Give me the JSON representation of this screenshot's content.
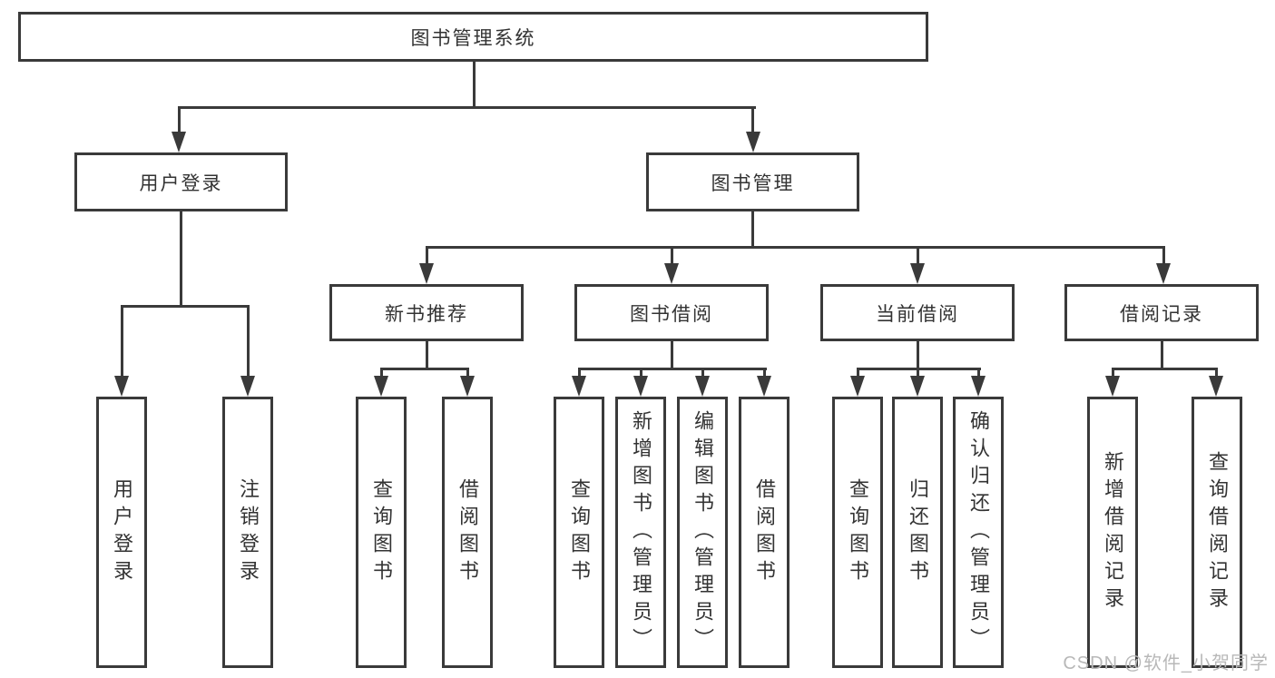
{
  "diagram": {
    "type": "hierarchy-diagram",
    "colors": {
      "line": "#3a3a3a",
      "text": "#333333",
      "node_background": "#ffffff",
      "page_background": "#ffffff",
      "watermark": "#b8b8b8"
    },
    "watermark": {
      "text": "CSDN @软件_小贺同学"
    },
    "root": {
      "label": "图书管理系统",
      "children": [
        {
          "label": "用户登录",
          "children": [
            {
              "label": "用户登录"
            },
            {
              "label": "注销登录"
            }
          ]
        },
        {
          "label": "图书管理",
          "children": [
            {
              "label": "新书推荐",
              "children": [
                {
                  "label": "查询图书"
                },
                {
                  "label": "借阅图书"
                }
              ]
            },
            {
              "label": "图书借阅",
              "children": [
                {
                  "label": "查询图书"
                },
                {
                  "label": "新增图书（管理员）"
                },
                {
                  "label": "编辑图书（管理员）"
                },
                {
                  "label": "借阅图书"
                }
              ]
            },
            {
              "label": "当前借阅",
              "children": [
                {
                  "label": "查询图书"
                },
                {
                  "label": "归还图书"
                },
                {
                  "label": "确认归还（管理员）"
                }
              ]
            },
            {
              "label": "借阅记录",
              "children": [
                {
                  "label": "新增借阅记录"
                },
                {
                  "label": "查询借阅记录"
                }
              ]
            }
          ]
        }
      ]
    }
  }
}
